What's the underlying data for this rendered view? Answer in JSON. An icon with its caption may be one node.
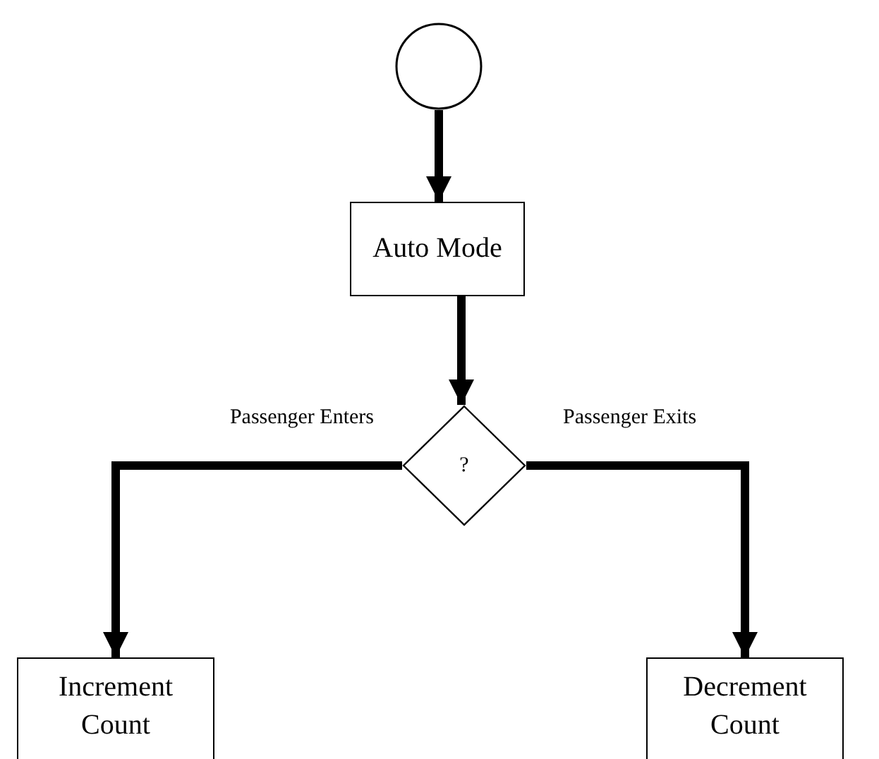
{
  "diagram": {
    "nodes": [
      {
        "text": [],
        "shape": "circle"
      },
      {
        "text": [
          "Auto Mode"
        ]
      },
      {
        "text": [
          "?"
        ]
      },
      {
        "text": [
          "Increment Count"
        ]
      },
      {
        "text": [
          "Decrement Count"
        ]
      }
    ],
    "edges": [
      {
        "from": 0,
        "to": 1,
        "arrow": "to"
      },
      {
        "from": 1,
        "to": 2,
        "arrow": "to"
      },
      {
        "from": 2,
        "to": 3,
        "arrow": "to",
        "label": "Passenger Enters"
      },
      {
        "from": 2,
        "to": 4,
        "arrow": "to",
        "label": "Passenger Exits"
      }
    ]
  }
}
